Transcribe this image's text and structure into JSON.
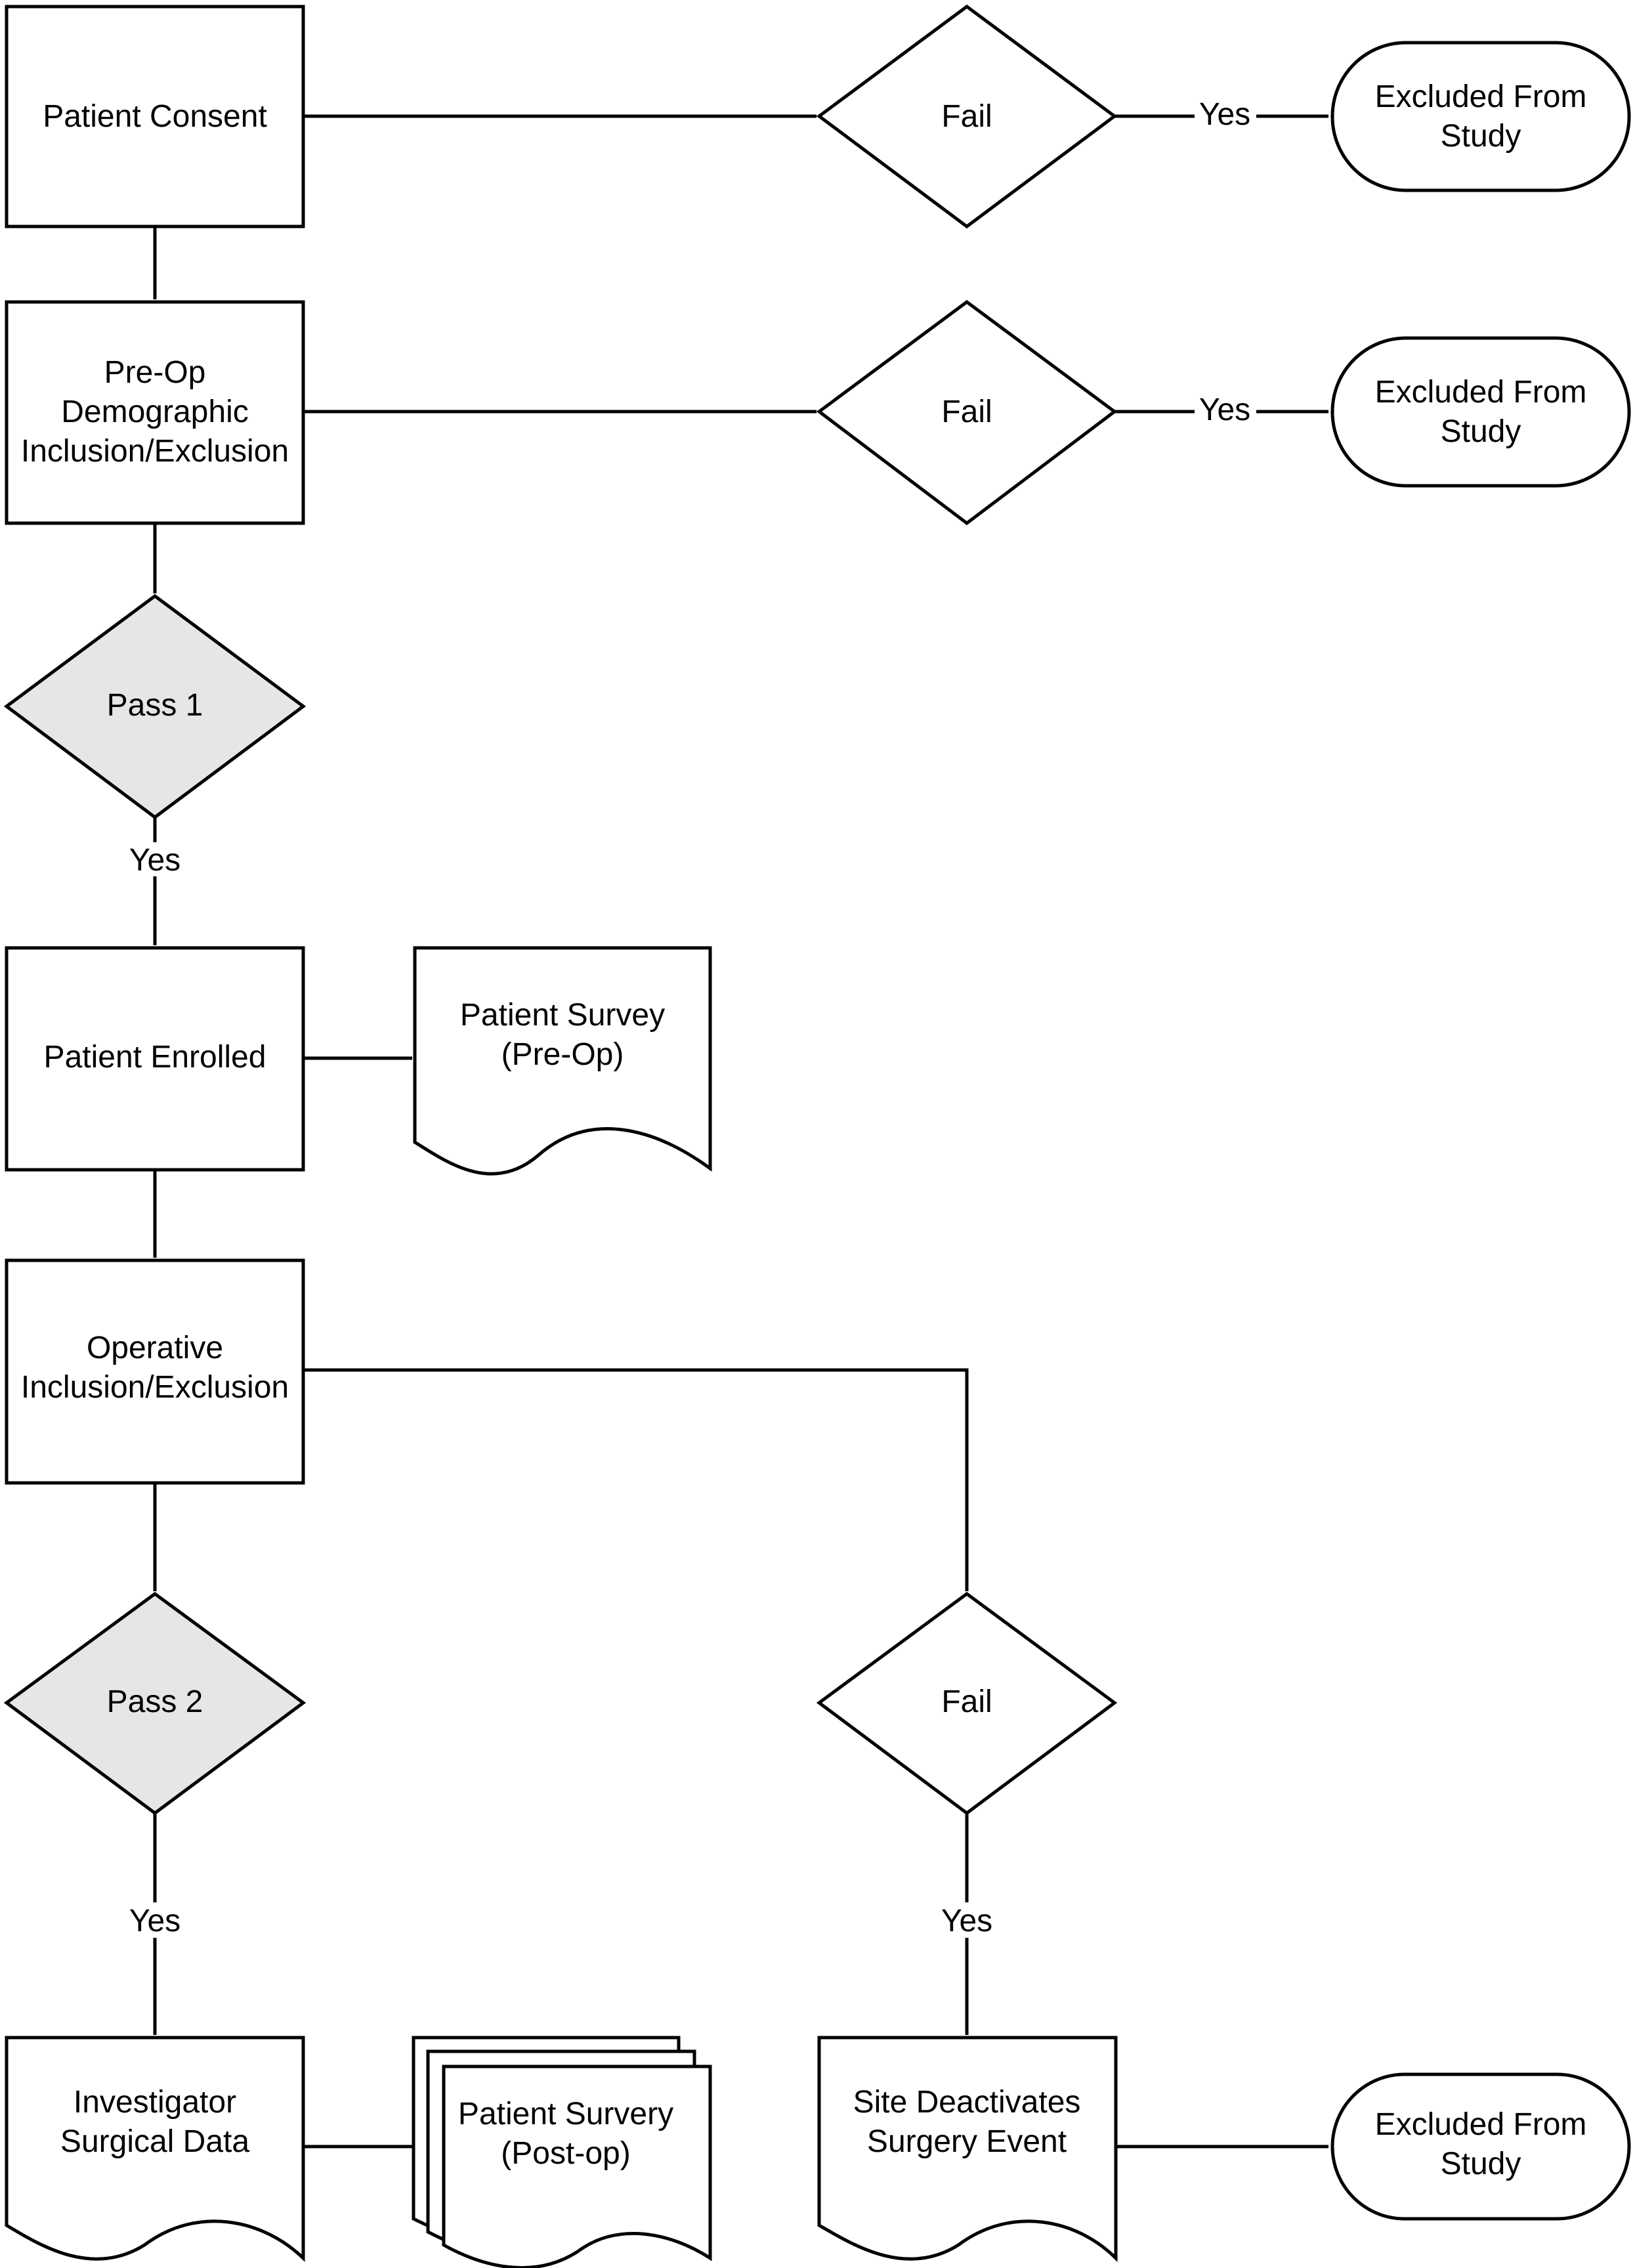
{
  "nodes": {
    "patient_consent": [
      "Patient Consent"
    ],
    "preop_demographic": [
      "Pre-Op",
      "Demographic",
      "Inclusion/Exclusion"
    ],
    "pass1": [
      "Pass 1"
    ],
    "patient_enrolled": [
      "Patient Enrolled"
    ],
    "survey_preop": [
      "Patient Survey",
      "(Pre-Op)"
    ],
    "operative": [
      "Operative",
      "Inclusion/Exclusion"
    ],
    "pass2": [
      "Pass 2"
    ],
    "fail1": [
      "Fail"
    ],
    "fail2": [
      "Fail"
    ],
    "fail3": [
      "Fail"
    ],
    "excluded1": [
      "Excluded From",
      "Study"
    ],
    "excluded2": [
      "Excluded From",
      "Study"
    ],
    "excluded3": [
      "Excluded From",
      "Study"
    ],
    "investigator": [
      "Investigator",
      "Surgical Data"
    ],
    "survey_postop": [
      "Patient Survery",
      "(Post-op)"
    ],
    "site_deactivates": [
      "Site Deactivates",
      "Surgery Event"
    ]
  },
  "edge_labels": {
    "fail1_excluded": "Yes",
    "fail2_excluded": "Yes",
    "pass1_enrolled": "Yes",
    "pass2_investigator": "Yes",
    "fail3_site": "Yes"
  },
  "colors": {
    "stroke": "#000000",
    "fill": "#ffffff",
    "pass_fill": "#e6e6e6"
  }
}
